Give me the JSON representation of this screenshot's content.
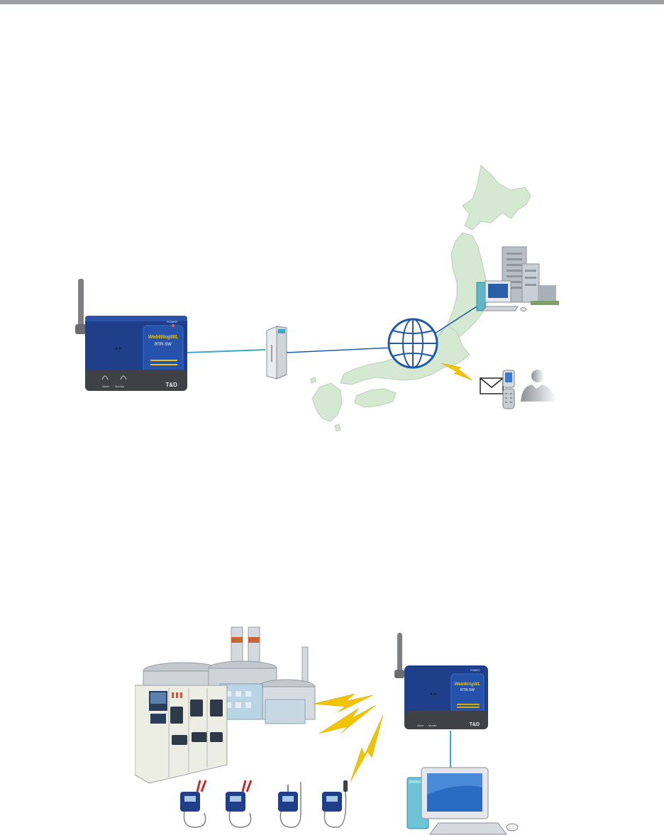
{
  "colors": {
    "top_bar": "#9d9fa2",
    "map_fill": "#d4e8d2",
    "device_blue": "#1f3f8a",
    "link_line": "#3aa6c8",
    "globe": "#1e5aa8",
    "lightning": "#f2c400"
  },
  "device": {
    "power_label": "POWER",
    "brand": "WebWingWL",
    "model": "RTR-SW",
    "alarm_label": "Alarm",
    "monitor_label": "Monitor",
    "logo": "T&D"
  },
  "icons": {
    "router": "router-icon",
    "globe": "globe-icon",
    "email": "envelope-icon",
    "phone": "mobile-phone-icon",
    "person": "person-icon",
    "building": "office-building-icon",
    "computer": "desktop-computer-icon",
    "factory": "factory-icon",
    "lightning": "lightning-icon",
    "logger": "data-logger-icon"
  }
}
